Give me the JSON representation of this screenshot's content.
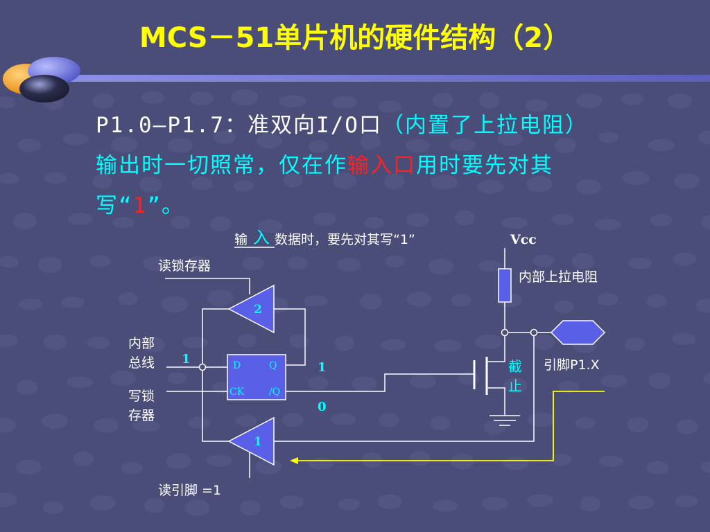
{
  "slide": {
    "title": "MCS－51单片机的硬件结构（2）",
    "colors": {
      "background": "#4a4d78",
      "title": "#ffff00",
      "text": "#ffffff",
      "highlight": "#00ffff",
      "emphasis": "#ff2020",
      "wire": "#ffffff",
      "feedback_wire": "#ffff00",
      "component_fill": "#5a5fe8"
    }
  },
  "body": {
    "line1_white": "P1.0—P1.7：准双向I/O口",
    "line1_cyan": "（内置了上拉电阻）",
    "line2_cyan_a": "输出时一切照常，仅在作",
    "line2_red": "输入口",
    "line2_cyan_b": "用时要先对其",
    "line3_cyan_a": "写“",
    "line3_red": "1",
    "line3_cyan_b": "”。"
  },
  "circuit": {
    "note_prefix": "输",
    "note_emph": "入",
    "note_rest": "数据时，要先对其写“1”",
    "vcc": "Vcc",
    "pullup": "内部上拉电阻",
    "read_latch": "读锁存器",
    "buffer2": "2",
    "buffer1": "1",
    "internal_bus_a": "内部",
    "internal_bus_b": "总线",
    "bus_value": "1",
    "write_latch_a": "写锁",
    "write_latch_b": "存器",
    "latch_d": "D",
    "latch_q": "Q",
    "latch_ck": "CK",
    "latch_qn": "/Q",
    "q_value": "1",
    "qn_value": "0",
    "fet_state_a": "截",
    "fet_state_b": "止",
    "pin": "引脚P1.X",
    "read_pin": "读引脚 =1"
  }
}
